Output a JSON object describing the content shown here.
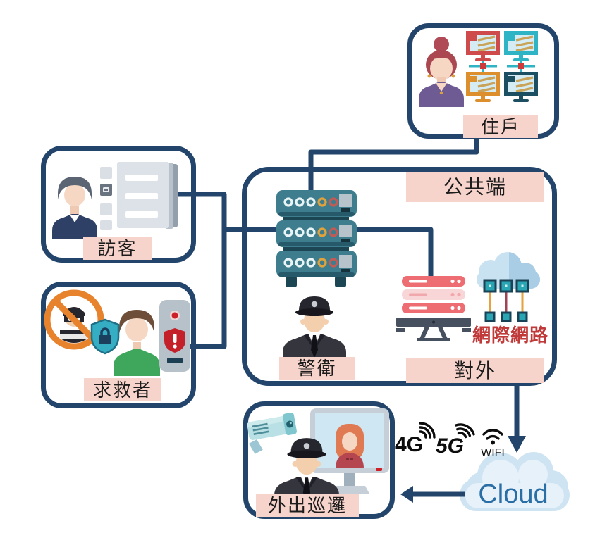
{
  "diagram": {
    "title_hint": "community security system diagram",
    "boxes": {
      "resident": {
        "label": "住戶"
      },
      "visitor": {
        "label": "訪客"
      },
      "rescuer": {
        "label": "求救者"
      },
      "public": {
        "label": "公共端"
      },
      "patrol": {
        "label": "外出巡邏"
      }
    },
    "inner_labels": {
      "guard": "警衛",
      "external": "對外",
      "internet": "網際網路"
    },
    "wireless": {
      "fourg": "4G",
      "fiveg": "5G",
      "wifi": "WIFI"
    },
    "cloud": {
      "label": "Cloud"
    },
    "colors": {
      "box_border": "#23456b",
      "connector": "#23456b",
      "label_background": "#f7d4cb",
      "internet_text": "#c03a3a",
      "cloud_text": "#2a6ea6",
      "server_teal": "#3e7d8d",
      "red_server": "#ed6d72"
    },
    "icons": {
      "resident-woman-icon": "woman avatar with hair bun",
      "monitor-network-icon": "four networked monitors",
      "visitor-man-icon": "man avatar",
      "visitor-list-icon": "registration document list",
      "no-burglar-icon": "prohibition sign over burglar",
      "security-shield-icon": "shield with padlock",
      "rescuer-man-icon": "man avatar in green shirt",
      "emergency-device-icon": "wall intercom with alert shield",
      "server-rack-icon": "stack of three servers",
      "guard-icon": "security guard with cap",
      "external-server-icon": "red server over monitor",
      "internet-cloud-icon": "cloud with network nodes",
      "cctv-camera-icon": "surveillance camera",
      "video-call-monitor-icon": "monitor with woman on call",
      "signal-4g-icon": "4G signal waves",
      "signal-5g-icon": "5G signal waves",
      "wifi-icon": "wifi waves",
      "cloud-icon": "cloud shape"
    }
  }
}
